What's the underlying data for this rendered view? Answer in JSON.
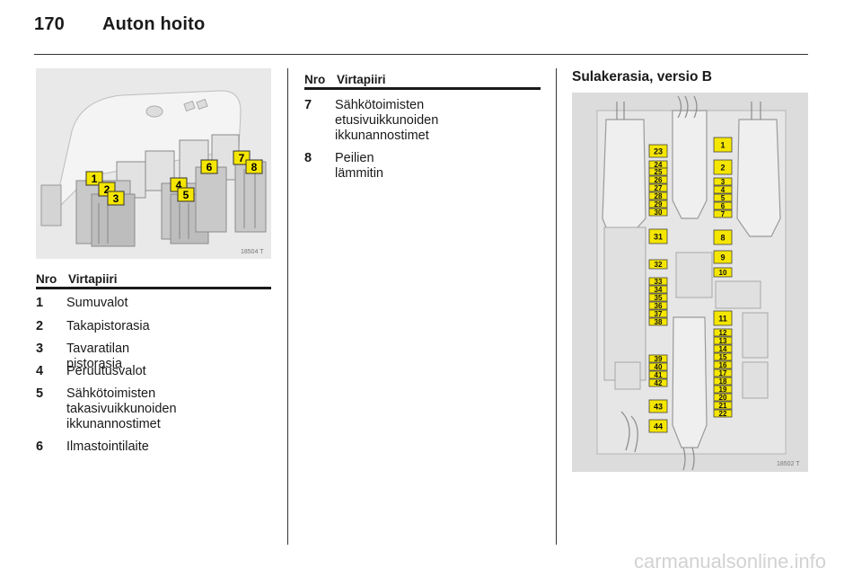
{
  "header": {
    "page_number": "170",
    "title": "Auton hoito"
  },
  "figure_left": {
    "id": "18504 T",
    "fuse_labels": [
      "1",
      "2",
      "3",
      "4",
      "5",
      "6",
      "7",
      "8"
    ]
  },
  "table_left": {
    "col_nro": "Nro",
    "col_circuit": "Virtapiiri",
    "rows": [
      {
        "nro": "1",
        "text": "Sumuvalot"
      },
      {
        "nro": "2",
        "text": "Takapistorasia"
      },
      {
        "nro": "3",
        "text": "Tavaratilan pistorasia"
      },
      {
        "nro": "4",
        "text": "Peruutusvalot"
      },
      {
        "nro": "5",
        "text": "Sähkötoimisten\ntakasivuikkunoiden\nikkunannostimet"
      },
      {
        "nro": "6",
        "text": "Ilmastointilaite"
      }
    ]
  },
  "table_middle": {
    "col_nro": "Nro",
    "col_circuit": "Virtapiiri",
    "rows": [
      {
        "nro": "7",
        "text": "Sähkötoimisten\netusivuikkunoiden\nikkunannostimet"
      },
      {
        "nro": "8",
        "text": "Peilien lämmitin"
      }
    ]
  },
  "figure_right": {
    "title": "Sulakerasia, versio B",
    "id": "18502 T",
    "labels_left": [
      "23",
      "24",
      "25",
      "26",
      "27",
      "28",
      "29",
      "30",
      "31",
      "32",
      "33",
      "34",
      "35",
      "36",
      "37",
      "38",
      "39",
      "40",
      "41",
      "42",
      "43",
      "44"
    ],
    "labels_right": [
      "1",
      "2",
      "3",
      "4",
      "5",
      "6",
      "7",
      "8",
      "9",
      "10",
      "11",
      "12",
      "13",
      "14",
      "15",
      "16",
      "17",
      "18",
      "19",
      "20",
      "21",
      "22"
    ],
    "label_color": "#f5e600"
  },
  "watermark": "carmanualsonline.info"
}
